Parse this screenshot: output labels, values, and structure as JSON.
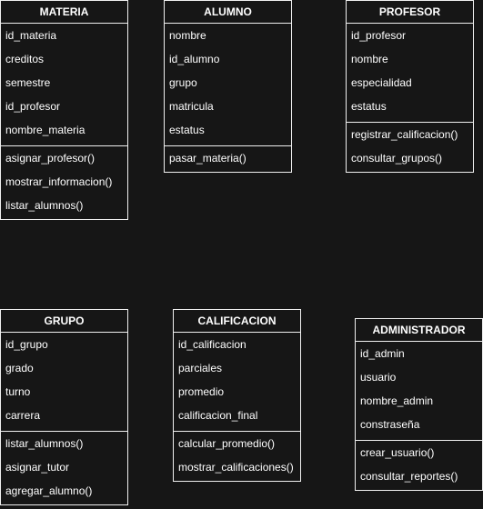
{
  "classes": {
    "materia": {
      "name": "MATERIA",
      "attributes": [
        "id_materia",
        "creditos",
        "semestre",
        "id_profesor",
        "nombre_materia"
      ],
      "methods": [
        "asignar_profesor()",
        "mostrar_informacion()",
        "listar_alumnos()"
      ]
    },
    "alumno": {
      "name": "ALUMNO",
      "attributes": [
        "nombre",
        "id_alumno",
        "grupo",
        "matricula",
        "estatus"
      ],
      "methods": [
        "pasar_materia()"
      ]
    },
    "profesor": {
      "name": "PROFESOR",
      "attributes": [
        "id_profesor",
        "nombre",
        "especialidad",
        "estatus"
      ],
      "methods": [
        "registrar_calificacion()",
        "consultar_grupos()"
      ]
    },
    "grupo": {
      "name": "GRUPO",
      "attributes": [
        "id_grupo",
        "grado",
        "turno",
        "carrera"
      ],
      "methods": [
        "listar_alumnos()",
        "asignar_tutor",
        "agregar_alumno()"
      ]
    },
    "calificacion": {
      "name": "CALIFICACION",
      "attributes": [
        "id_calificacion",
        "parciales",
        "promedio",
        "calificacion_final"
      ],
      "methods": [
        "calcular_promedio()",
        "mostrar_calificaciones()"
      ]
    },
    "administrador": {
      "name": "ADMINISTRADOR",
      "attributes": [
        "id_admin",
        "usuario",
        "nombre_admin",
        "constraseña"
      ],
      "methods": [
        "crear_usuario()",
        "consultar_reportes()"
      ]
    }
  }
}
